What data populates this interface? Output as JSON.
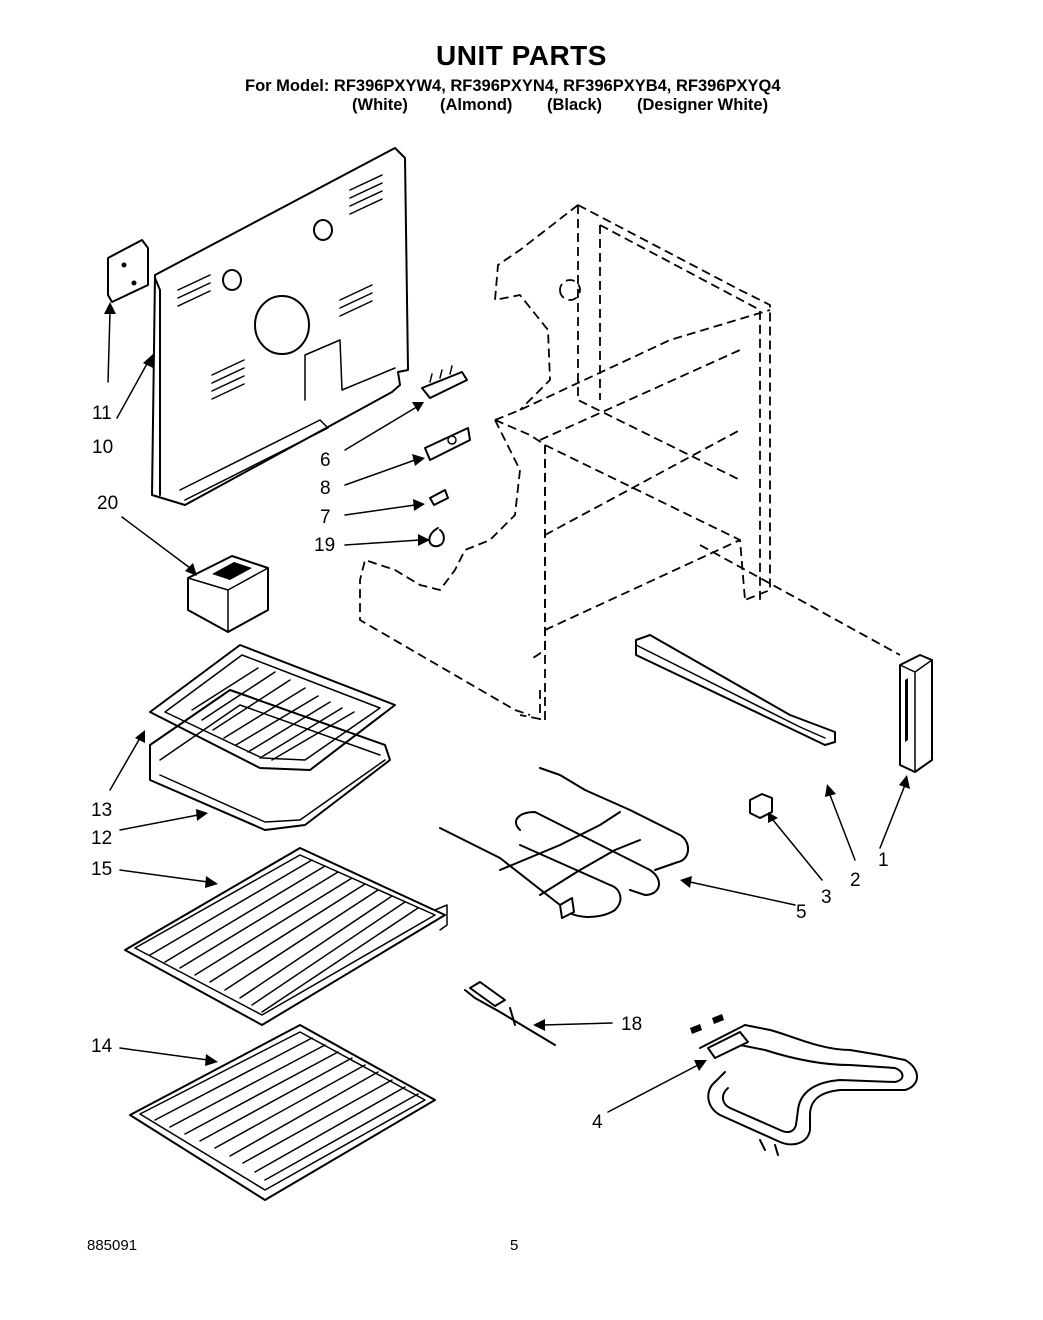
{
  "header": {
    "title": "UNIT PARTS",
    "model_line": "For Model: RF396PXYW4, RF396PXYN4, RF396PXYB4, RF396PXYQ4",
    "finishes": [
      "(White)",
      "(Almond)",
      "(Black)",
      "(Designer White)"
    ]
  },
  "callouts": {
    "c1": "1",
    "c2": "2",
    "c3": "3",
    "c4": "4",
    "c5": "5",
    "c6": "6",
    "c7": "7",
    "c8": "8",
    "c10": "10",
    "c11": "11",
    "c12": "12",
    "c13": "13",
    "c14": "14",
    "c15": "15",
    "c18": "18",
    "c19": "19",
    "c20": "20"
  },
  "footer": {
    "doc_number": "885091",
    "page_number": "5"
  }
}
